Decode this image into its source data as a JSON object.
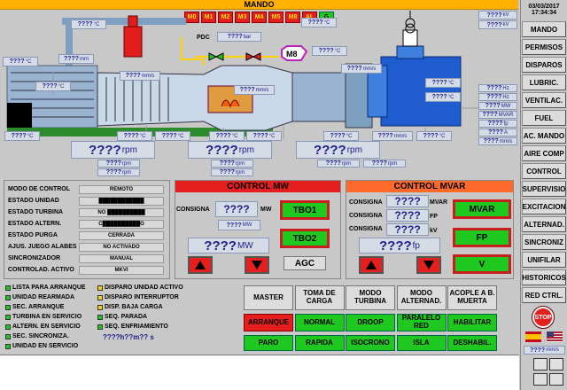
{
  "header": {
    "title": "MANDO",
    "m_buttons": [
      "M0",
      "M1",
      "M2",
      "M3",
      "M4",
      "M5",
      "M8",
      "AL",
      "G"
    ],
    "date": "03/03/2017",
    "time": "17:34:34"
  },
  "nav": [
    "MANDO",
    "PERMISOS",
    "DISPAROS",
    "LUBRIC.",
    "VENTILAC.",
    "FUEL",
    "AC. MANDO",
    "AIRE COMP",
    "CONTROL",
    "SUPERVISIO",
    "EXCITACION",
    "ALTERNAD.",
    "SINCRONIZ",
    "UNIFILAR",
    "HISTORICOS",
    "RED CTRL."
  ],
  "diagram": {
    "m8_label": "M8",
    "pdc_label": "PDC",
    "readings": [
      {
        "v": "????",
        "u": "°C"
      },
      {
        "v": "????",
        "u": "mm"
      },
      {
        "v": "????",
        "u": "°C"
      },
      {
        "v": "????",
        "u": "°C"
      },
      {
        "v": "????",
        "u": "bar"
      },
      {
        "v": "????",
        "u": "°C"
      },
      {
        "v": "????",
        "u": "mm/s"
      },
      {
        "v": "????",
        "u": "°C"
      },
      {
        "v": "????",
        "u": "mm/s"
      },
      {
        "v": "????",
        "u": "mm/s"
      },
      {
        "v": "????",
        "u": "°C"
      },
      {
        "v": "????",
        "u": "°C"
      },
      {
        "v": "????",
        "u": "°C"
      },
      {
        "v": "????",
        "u": "°C"
      },
      {
        "v": "????",
        "u": "°C"
      },
      {
        "v": "????",
        "u": "mm/s"
      },
      {
        "v": "????",
        "u": "°C"
      },
      {
        "v": "????",
        "u": "°C"
      },
      {
        "v": "????",
        "u": "°C"
      },
      {
        "v": "????",
        "u": "°C"
      }
    ],
    "rpm_main": [
      {
        "v": "????",
        "u": "rpm"
      },
      {
        "v": "????",
        "u": "rpm"
      },
      {
        "v": "????",
        "u": "rpm"
      }
    ],
    "rpm_sub": [
      {
        "v": "????",
        "u": "rpm"
      },
      {
        "v": "????",
        "u": "rpm"
      },
      {
        "v": "????",
        "u": "rpm"
      },
      {
        "v": "????",
        "u": "rpm"
      },
      {
        "v": "????",
        "u": "rpm"
      },
      {
        "v": "????",
        "u": "rpm"
      }
    ],
    "elec": [
      {
        "v": "????",
        "u": "kV"
      },
      {
        "v": "????",
        "u": "kV"
      },
      {
        "v": "????",
        "u": "Hz"
      },
      {
        "v": "????",
        "u": "Hz"
      },
      {
        "v": "????",
        "u": "MW"
      },
      {
        "v": "????",
        "u": "MVAR"
      },
      {
        "v": "????",
        "u": "fp"
      },
      {
        "v": "????",
        "u": "A"
      },
      {
        "v": "????",
        "u": "mm/s"
      }
    ]
  },
  "status": {
    "rows": [
      {
        "label": "MODO DE CONTROL",
        "value": "REMOTO"
      },
      {
        "label": "ESTADO UNIDAD",
        "value": "████████████"
      },
      {
        "label": "ESTADO TURBINA",
        "value": "NO ██████████"
      },
      {
        "label": "ESTADO ALTERN.",
        "value": "C██████████O"
      },
      {
        "label": "ESTADO PURGA",
        "value": "CERRADA"
      },
      {
        "label": "AJUS. JUEGO ALABES",
        "value": "NO ACTIVADO"
      },
      {
        "label": "SINCRONIZADOR",
        "value": "MANUAL"
      },
      {
        "label": "CONTROLAD. ACTIVO",
        "value": "MKVI"
      }
    ]
  },
  "control_mw": {
    "title": "CONTROL MW",
    "consigna_label": "CONSIGNA",
    "consigna": {
      "v": "????",
      "u": "MW"
    },
    "sub": {
      "v": "????",
      "u": "MW"
    },
    "main": {
      "v": "????",
      "u": "MW"
    },
    "tbo1": "TBO1",
    "tbo2": "TBO2",
    "agc": "AGC"
  },
  "control_mvar": {
    "title": "CONTROL MVAR",
    "consigna_label": "CONSIGNA",
    "rows": [
      {
        "v": "????",
        "u": "MVAR"
      },
      {
        "v": "????",
        "u": "FP"
      },
      {
        "v": "????",
        "u": "kV"
      }
    ],
    "main": {
      "v": "????",
      "u": "fp"
    },
    "mvar": "MVAR",
    "fp": "FP",
    "v": "V"
  },
  "legend": {
    "col1": [
      {
        "t": "LISTA PARA ARRANQUE",
        "c": "#1ec81e"
      },
      {
        "t": "UNIDAD REARMADA",
        "c": "#1ec81e"
      },
      {
        "t": "SEC. ARRANQUE",
        "c": "#1ec81e"
      },
      {
        "t": "TURBINA EN SERVICIO",
        "c": "#1ec81e"
      },
      {
        "t": "ALTERN. EN SERVICIO",
        "c": "#1ec81e"
      },
      {
        "t": "SEC. SINCRONIZA.",
        "c": "#1ec81e"
      },
      {
        "t": "UNIDAD EN SERVICIO",
        "c": "#1ec81e"
      }
    ],
    "col2": [
      {
        "t": "DISPARO UNIDAD ACTIVO",
        "c": "#ffd000"
      },
      {
        "t": "DISPARO INTERRUPTOR",
        "c": "#ffd000"
      },
      {
        "t": "DISP. BAJA CARGA",
        "c": "#ffd000"
      },
      {
        "t": "SEQ. PARADA",
        "c": "#1ec81e"
      },
      {
        "t": "SEQ. ENFRIAMIENTO",
        "c": "#1ec81e"
      }
    ],
    "timer": "????h??m?? s"
  },
  "modes": {
    "headers": [
      "MASTER",
      "TOMA DE CARGA",
      "MODO TURBINA",
      "MODO ALTERNAD.",
      "ACOPLE A B. MUERTA"
    ],
    "row1": [
      "ARRANQUE",
      "NORMAL",
      "DROOP",
      "PARALELO RED",
      "HABILITAR"
    ],
    "row2": [
      "PARO",
      "RAPIDA",
      "ISOCRONO",
      "ISLA",
      "DESHABIL."
    ]
  },
  "right_bottom": {
    "stop": "STOP",
    "reading": {
      "v": "????",
      "u": "mm/s"
    }
  },
  "colors": {
    "title": "#ffb000",
    "alarm": "#e51e1e",
    "ok": "#1ec81e",
    "panel": "#c8c8c8"
  }
}
